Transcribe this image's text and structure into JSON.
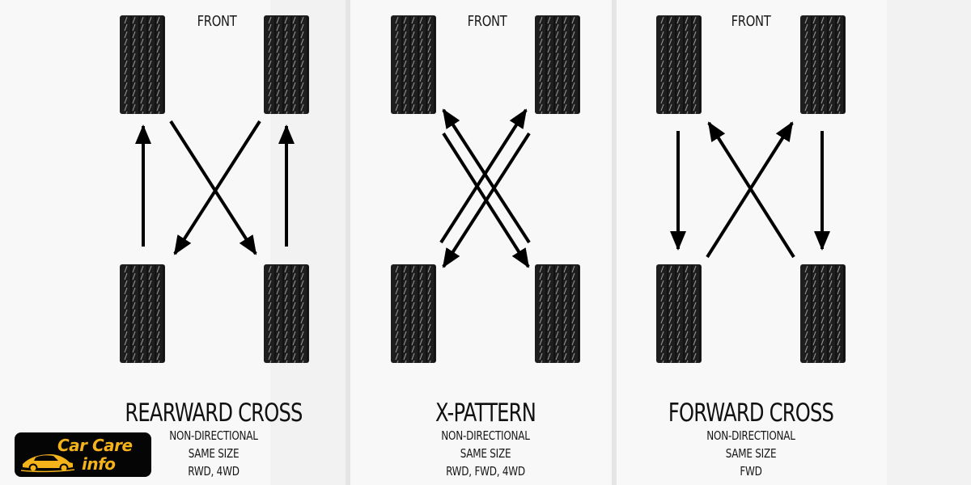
{
  "front_label": "FRONT",
  "colors": {
    "background": "#f1f2f1",
    "panel": "#f7f8f7",
    "tire": "#1e1e1e",
    "arrow": "#000000",
    "logo_bg": "#050505",
    "logo_text": "#f4b21b"
  },
  "patterns": [
    {
      "title": "REARWARD CROSS",
      "lines": [
        "NON-DIRECTIONAL",
        "SAME SIZE",
        "RWD, 4WD"
      ]
    },
    {
      "title": "X-PATTERN",
      "lines": [
        "NON-DIRECTIONAL",
        "SAME SIZE",
        "RWD, FWD, 4WD"
      ]
    },
    {
      "title": "FORWARD CROSS",
      "lines": [
        "NON-DIRECTIONAL",
        "SAME SIZE",
        "FWD"
      ]
    }
  ],
  "logo": {
    "line1": "Car Care",
    "line2": "info",
    "icon": "car-silhouette-icon"
  }
}
